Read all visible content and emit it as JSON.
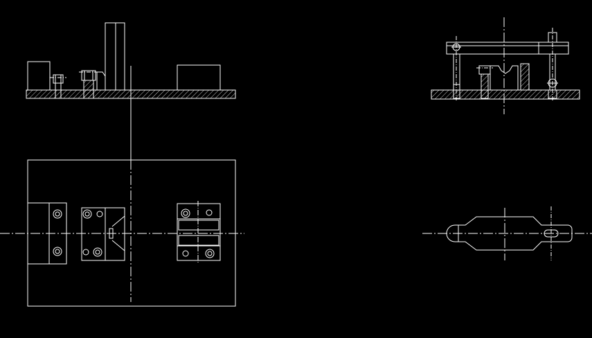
{
  "drawing": {
    "background": "#000000",
    "line_color": "#ffffff",
    "views": [
      {
        "id": "front-left",
        "kind": "elevation"
      },
      {
        "id": "plan-left",
        "kind": "plan"
      },
      {
        "id": "front-right",
        "kind": "elevation"
      },
      {
        "id": "workpiece",
        "kind": "plan"
      }
    ],
    "line_types": {
      "outline": "solid",
      "centerline": "dash-dot",
      "section": "hatch"
    }
  }
}
